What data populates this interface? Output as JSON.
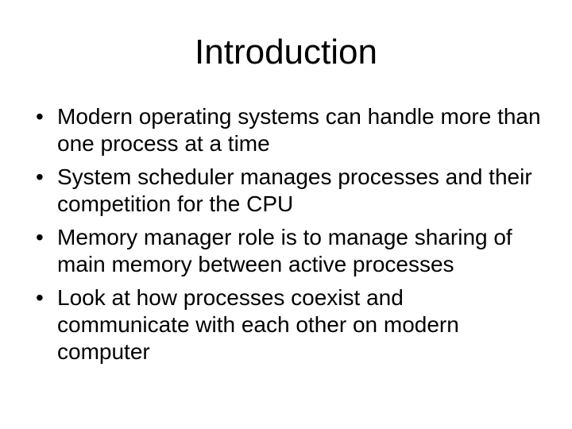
{
  "slide": {
    "title": "Introduction",
    "bullet_glyph": "•",
    "bullets": [
      "Modern operating systems can handle more than one process at a time",
      "System scheduler manages processes and their competition for the CPU",
      "Memory manager role is to manage sharing of main memory between active processes",
      "Look at how processes coexist and communicate with each other on modern computer"
    ],
    "colors": {
      "background": "#ffffff",
      "text": "#000000"
    }
  }
}
